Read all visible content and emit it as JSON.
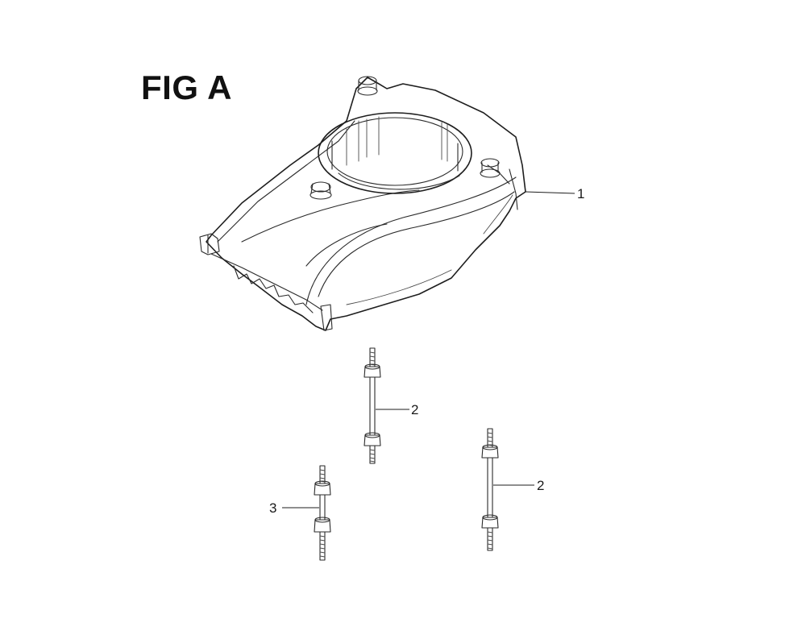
{
  "figure": {
    "title": "FIG A"
  },
  "callouts": [
    {
      "id": "c1",
      "label": "1"
    },
    {
      "id": "c2a",
      "label": "2"
    },
    {
      "id": "c2b",
      "label": "2"
    },
    {
      "id": "c3",
      "label": "3"
    }
  ]
}
